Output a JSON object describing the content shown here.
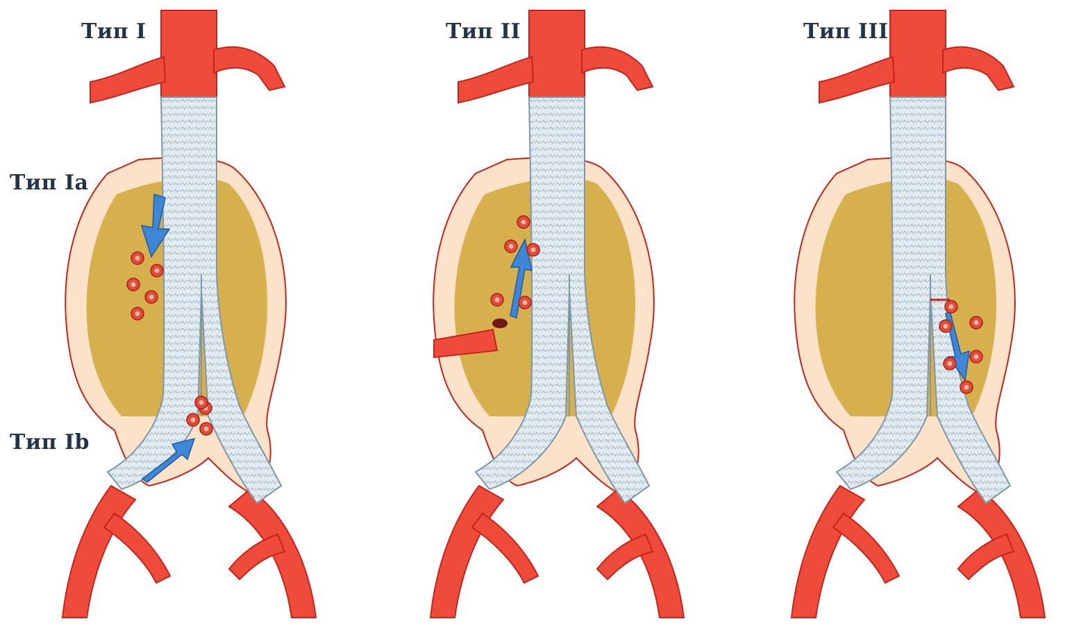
{
  "labels": {
    "type1": "Тип I",
    "type1a": "Тип Ia",
    "type1b": "Тип Ib",
    "type2": "Тип II",
    "type3": "Тип III"
  },
  "colors": {
    "artery": "#ee4b3b",
    "artery_dark": "#c8231a",
    "sac_outer": "#fbe2c8",
    "sac_inner": "#d7b04e",
    "graft": "#dfe9ee",
    "graft_stroke": "#8aa3b3",
    "arrow": "#3e86d6",
    "blood": "#e04b3a"
  },
  "icons": {
    "leak_arrow": "blue-flow-arrow",
    "blood_cell": "red-blood-cell"
  }
}
